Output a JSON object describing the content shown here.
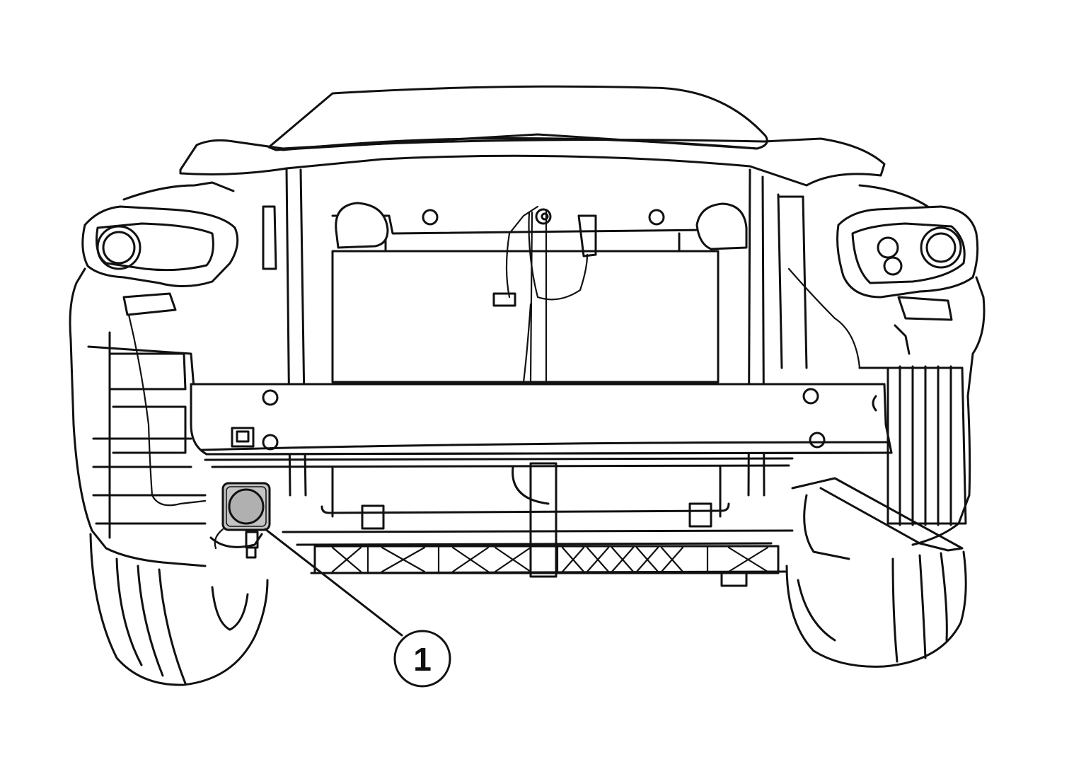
{
  "diagram": {
    "subject": "front-view-vehicle-undercarriage",
    "colors": {
      "line": "#111111",
      "background": "#ffffff",
      "highlight_fill": "#c4c4c4"
    },
    "callouts": [
      {
        "id": "callout-1",
        "label": "1",
        "target": "highlighted-component"
      }
    ]
  }
}
